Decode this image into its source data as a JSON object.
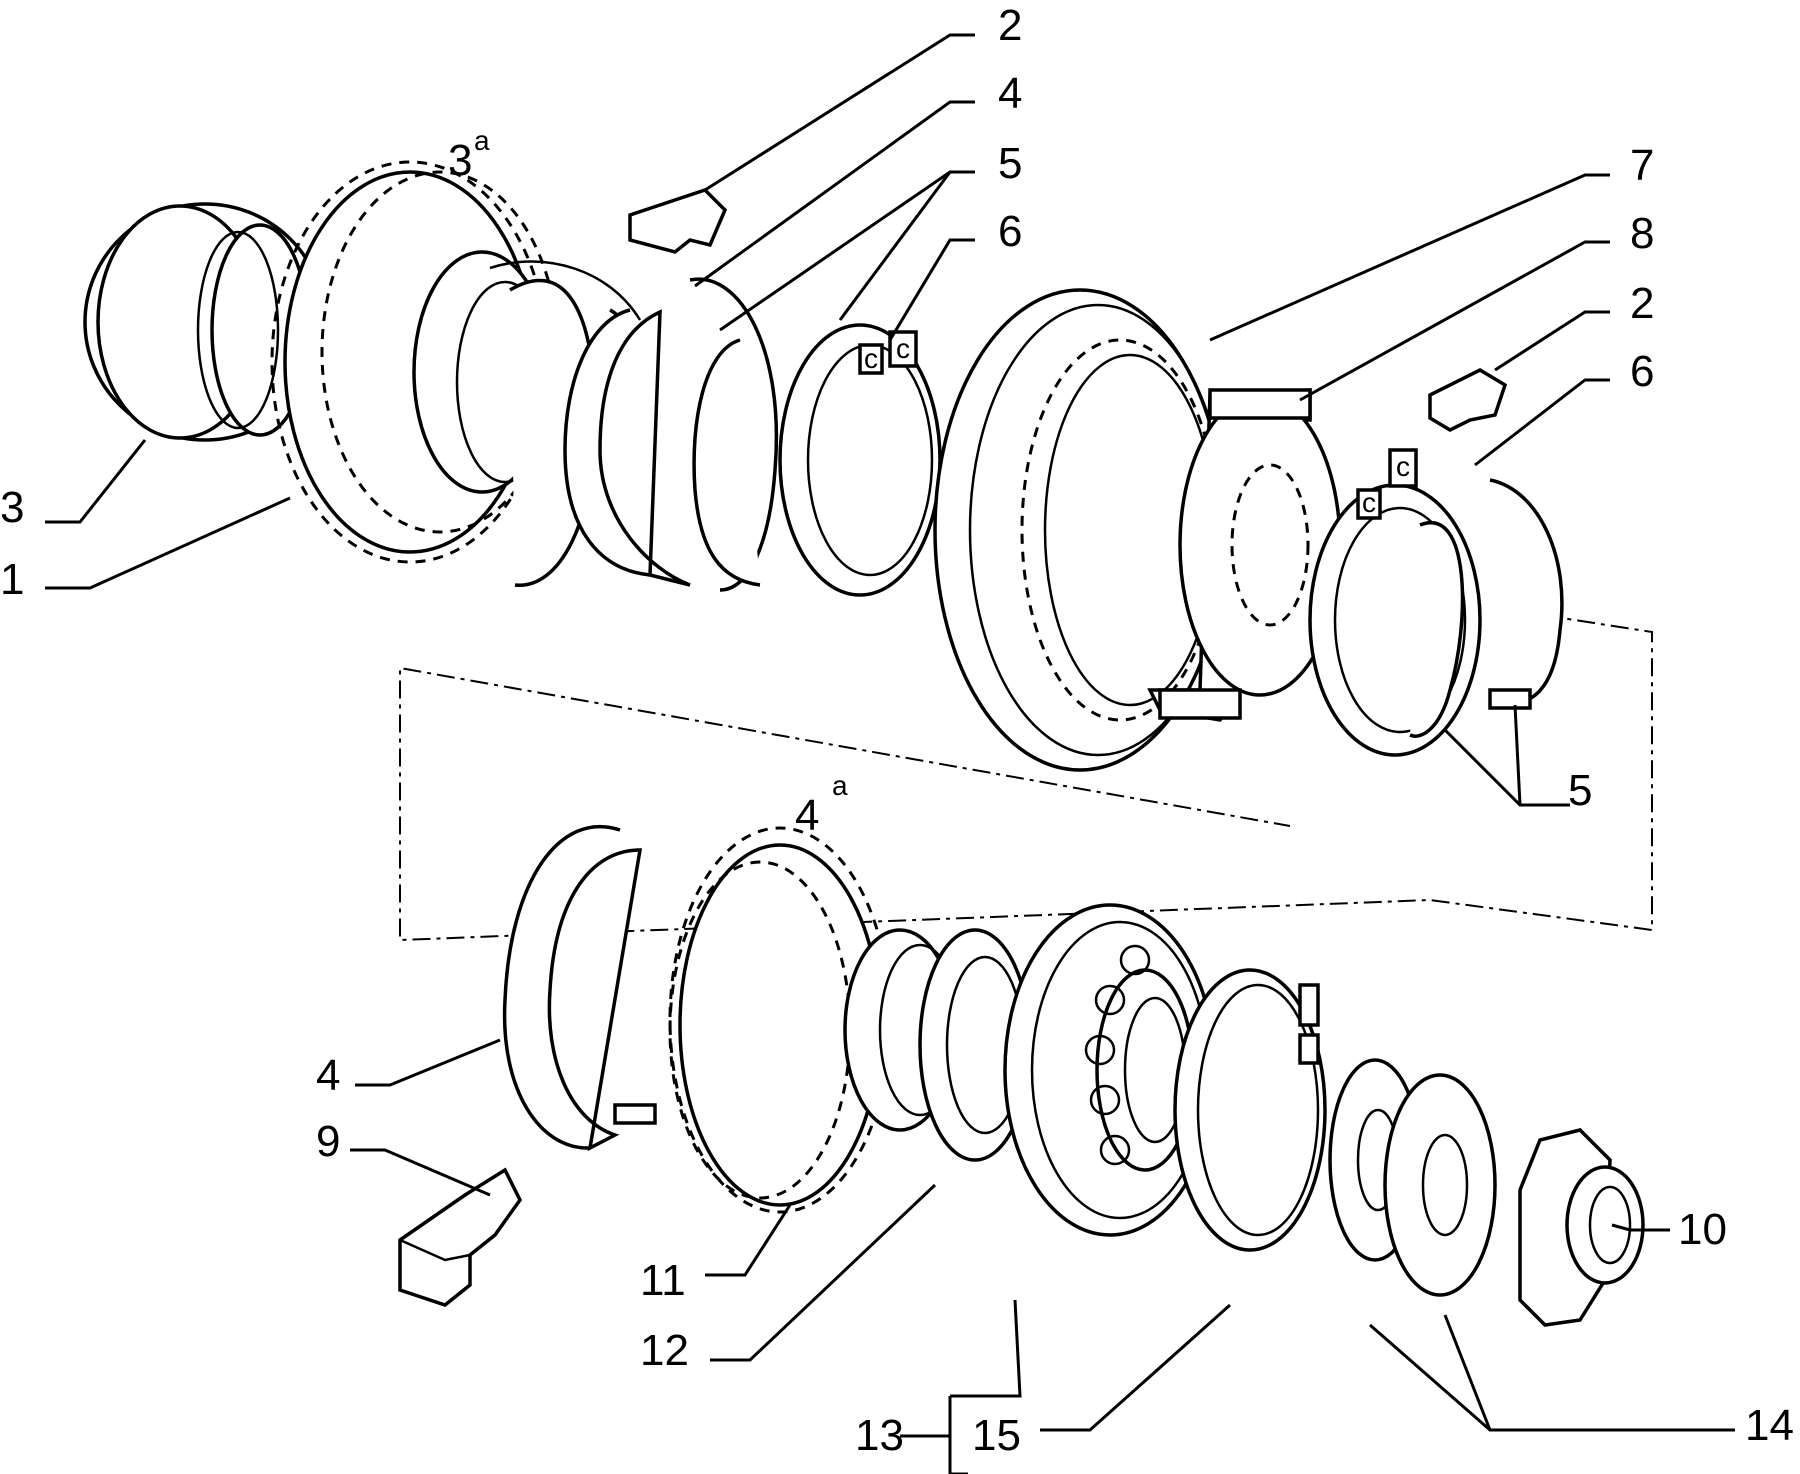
{
  "callouts": {
    "c1": "1",
    "c2a": "2",
    "c2b": "2",
    "c3": "3",
    "c3a_main": "3",
    "c3a_sup": "a",
    "c4a": "4",
    "c4b": "4",
    "c4a_main": "4",
    "c4a_sup": "a",
    "c5a": "5",
    "c5b": "5",
    "c6a": "6",
    "c6b": "6",
    "c7": "7",
    "c8": "8",
    "c9": "9",
    "c10": "10",
    "c11": "11",
    "c12": "12",
    "c13": "13",
    "c14": "14",
    "c15": "15"
  },
  "ring_clip_marks": {
    "m1": "c",
    "m2": "c",
    "m3": "c",
    "m4": "c"
  }
}
